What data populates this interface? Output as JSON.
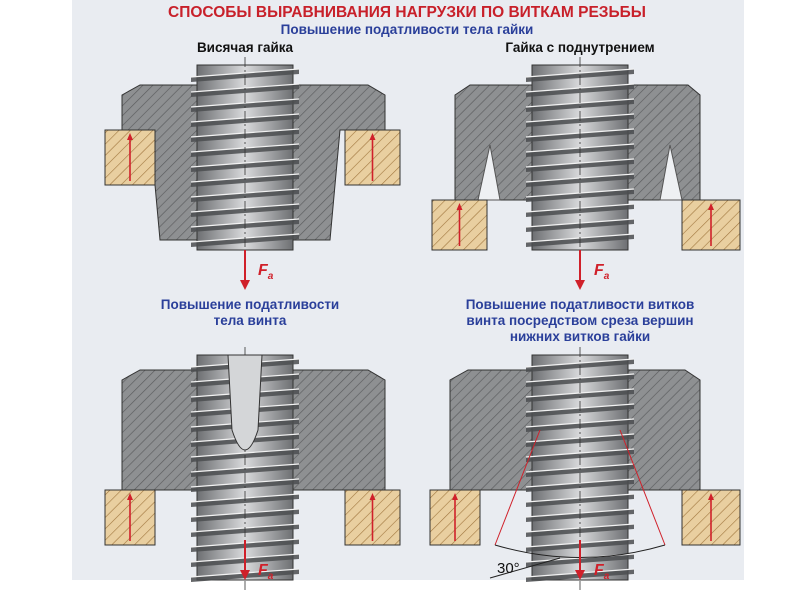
{
  "title": "СПОСОБЫ ВЫРАВНИВАНИЯ НАГРУЗКИ ПО ВИТКАМ РЕЗЬБЫ",
  "subtitle": "Повышение податливости тела гайки",
  "panels": [
    {
      "label": "Висячая гайка"
    },
    {
      "label": "Гайка с поднутрением"
    },
    {
      "label_line1": "Повышение податливости",
      "label_line2": "тела винта"
    },
    {
      "label_line1": "Повышение податливости витков",
      "label_line2": "винта посредством среза вершин",
      "label_line3": "нижних витков гайки"
    }
  ],
  "force_label": "F",
  "force_subscript": "a",
  "angle_label": "30°",
  "colors": {
    "title": "#c8202a",
    "subtitle": "#2a3f9a",
    "nut": "#8f9193",
    "washer": "#e9cfa0",
    "arrow": "#d0202a",
    "background": "#e9ecf1"
  }
}
